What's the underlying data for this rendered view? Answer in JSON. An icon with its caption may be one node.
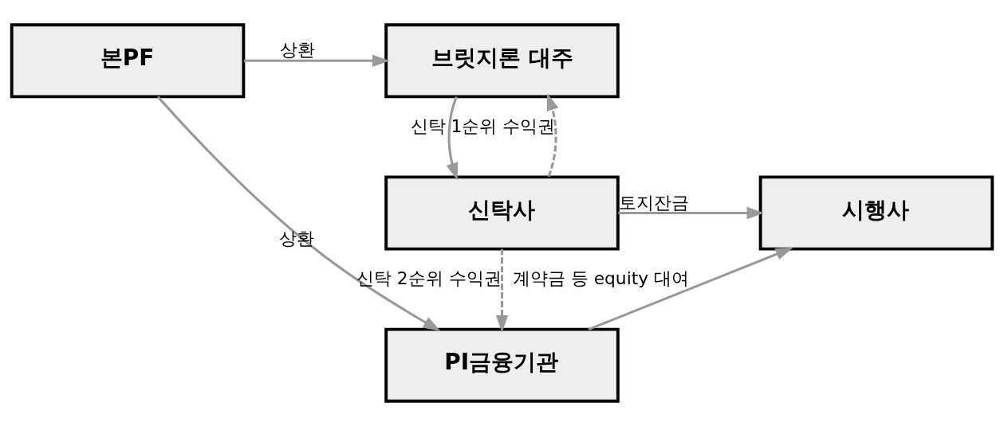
{
  "diagram": {
    "nodes": [
      {
        "text": [
          "본PF"
        ]
      },
      {
        "text": [
          "브릿지론 대주"
        ]
      },
      {
        "text": [
          "시행사"
        ]
      },
      {
        "text": [
          "신탁사"
        ]
      },
      {
        "text": [
          "PI금융기관"
        ]
      }
    ],
    "edges": [
      {
        "from": 0,
        "to": 1,
        "arrow": "to",
        "label": "상환"
      },
      {
        "from": 1,
        "to": 3,
        "arrow": "to"
      },
      {
        "from": 3,
        "to": 2,
        "arrow": "to",
        "label": "토지잔금"
      },
      {
        "from": 4,
        "to": 2,
        "arrow": "to",
        "label": "계약금 등 equity 대여"
      },
      {
        "from": 0,
        "to": 4,
        "arrow": "to",
        "label": "상환"
      },
      {
        "from": 3,
        "to": 1,
        "arrow": "to",
        "label": "신탁 1순위 수익권",
        "style": "dashed"
      },
      {
        "from": 3,
        "to": 4,
        "arrow": "to",
        "label": "신탁 2순위 수익권",
        "style": "dashed"
      }
    ]
  }
}
